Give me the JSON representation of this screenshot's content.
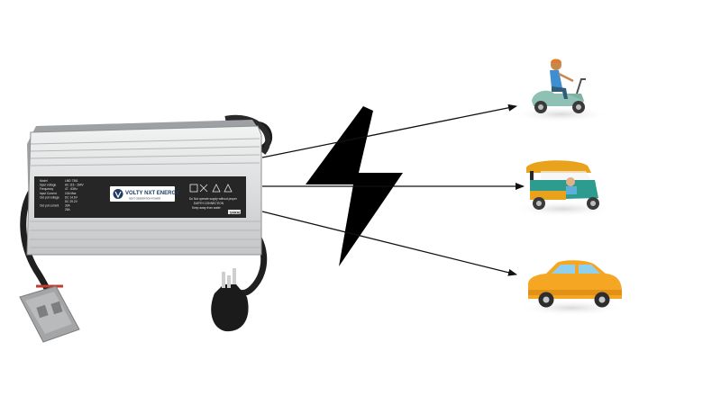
{
  "charger": {
    "brand": "VOLTY NXT ENERGY",
    "tagline": "NEXT GENERATION POWER",
    "spec_labels": [
      "Model",
      "Input voltage",
      "Frequency",
      "Input Current",
      "Out put voltage",
      "",
      "Out put current",
      ""
    ],
    "spec_values": [
      "LMD 7361",
      "AC 115 - 264V",
      "47 - 63Hz",
      "10A Max",
      "DC 14.6V",
      "DC 29.2V",
      "30A",
      "25A"
    ],
    "warning_text": [
      "Do Not operate supply without proper",
      "EARTH CONNECTION",
      "Keep away from water"
    ],
    "badge": "SARAL"
  },
  "vehicles": [
    {
      "type": "scooter",
      "icon": "scooter-rider-icon"
    },
    {
      "type": "auto-rickshaw",
      "icon": "auto-rickshaw-icon"
    },
    {
      "type": "car",
      "icon": "car-icon"
    }
  ],
  "colors": {
    "charger_body": "#e3e4e4",
    "panel": "#262626",
    "bolt": "#000000",
    "scooter": "#7fb0a4",
    "rickshaw_top": "#e8a21b",
    "rickshaw_body": "#2e9b8f",
    "car": "#f5a623"
  }
}
